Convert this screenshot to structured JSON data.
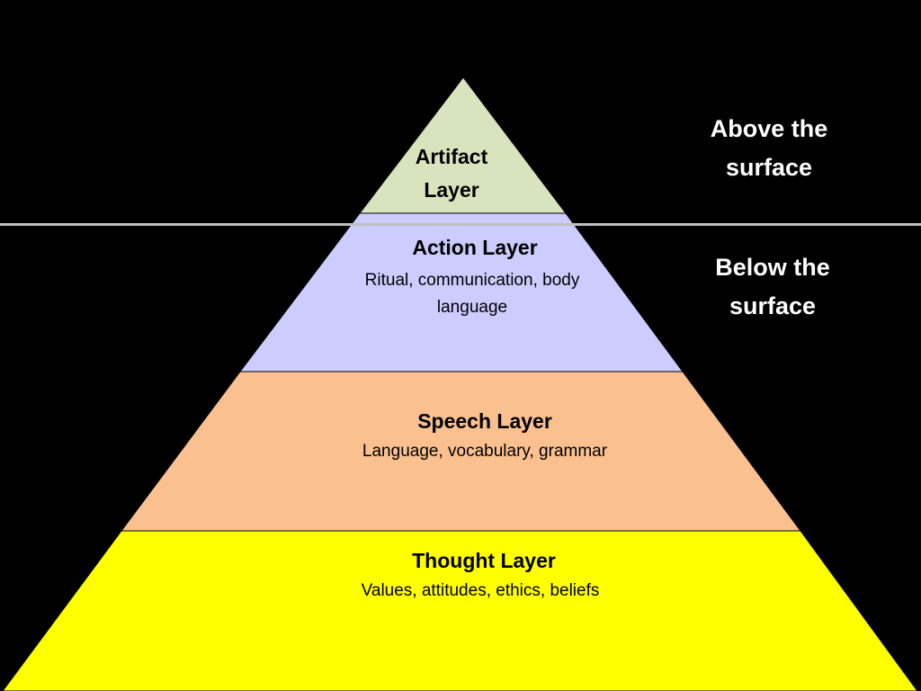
{
  "layers": [
    {
      "id": "artifact",
      "title": "Artifact Layer",
      "subtitle": "",
      "color": "#d7e4bd"
    },
    {
      "id": "action",
      "title": "Action Layer",
      "subtitle": "Ritual, communication, body language",
      "color": "#ccccff"
    },
    {
      "id": "speech",
      "title": "Speech Layer",
      "subtitle": "Language, vocabulary, grammar",
      "color": "#fac090"
    },
    {
      "id": "thought",
      "title": "Thought Layer",
      "subtitle": "Values, attitudes, ethics, beliefs",
      "color": "#ffff00"
    }
  ],
  "side_labels": {
    "above": "Above the surface",
    "below": "Below the surface"
  },
  "colors": {
    "background": "#000000",
    "surface_line": "#c0c0c0",
    "divider": "#000000"
  }
}
